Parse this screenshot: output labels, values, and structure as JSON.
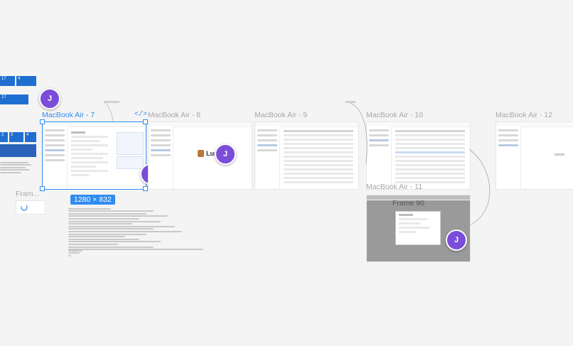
{
  "canvas": {
    "background": "#f4f4f4",
    "accent": "#2f8cf0",
    "avatar_color": "#7b4dd9"
  },
  "frames": [
    {
      "title": "MacBook Air - 7",
      "selected": true
    },
    {
      "title": "MacBook Air - 8"
    },
    {
      "title": "MacBook Air - 9"
    },
    {
      "title": "MacBook Air - 10"
    },
    {
      "title": "MacBook Air - 11"
    },
    {
      "title": "MacBook Air - 12"
    },
    {
      "title": "Frame 90"
    },
    {
      "title": "Fram..."
    }
  ],
  "selection": {
    "dimensions": "1280 × 832",
    "code_icon": "code-icon"
  },
  "avatar_initial": "J",
  "tiles": [
    {
      "label": "17"
    },
    {
      "label": "4"
    },
    {
      "label": "17"
    },
    {
      "label": "2"
    },
    {
      "label": "3"
    },
    {
      "label": "4"
    }
  ],
  "lunch_label": "Lun"
}
